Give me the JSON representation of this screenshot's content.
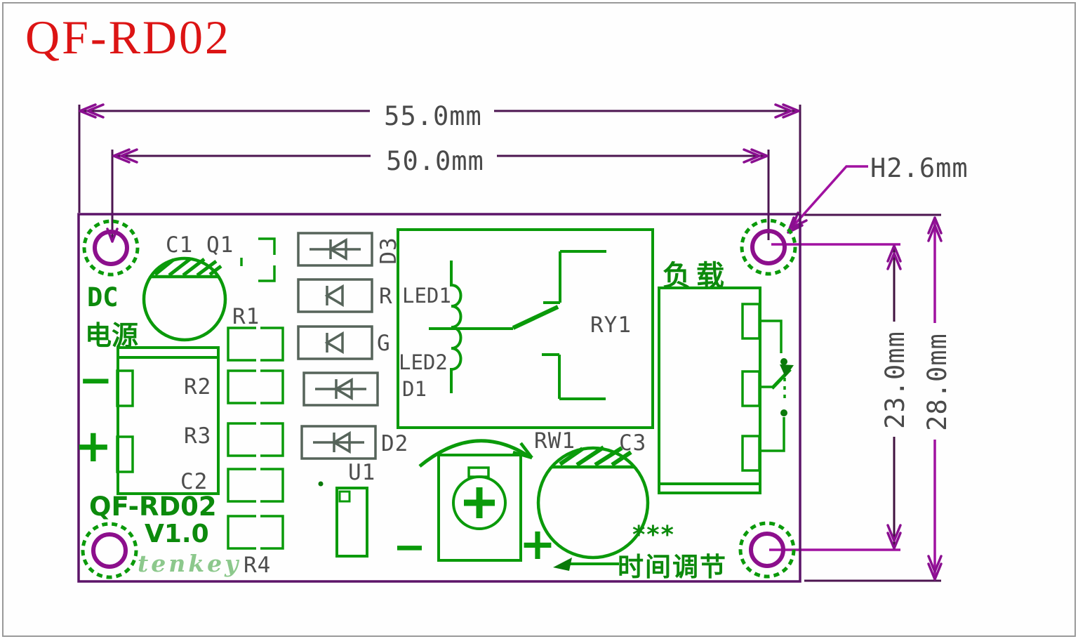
{
  "title": "QF-RD02",
  "colors": {
    "title_red": "#dc1414",
    "silkscreen_green": "#0a9a0a",
    "dimension_purple_dark": "#4c1550",
    "dimension_magenta": "#a011a0",
    "label_gray": "#4d4d4d",
    "board_outline": "#5c1468"
  },
  "dimensions": {
    "total_width": "55.0mm",
    "hole_spacing_width": "50.0mm",
    "hole_size": "H2.6mm",
    "hole_spacing_height": "23.0mm",
    "total_height": "28.0mm"
  },
  "silkscreen": {
    "dc_label": "DC",
    "power_label": "电源",
    "load_label": "负载",
    "model": "QF-RD02",
    "version": "V1.0",
    "brand": "tenkey",
    "time_adjust": "时间调节",
    "stars": "***",
    "plus": "+",
    "minus": "−"
  },
  "refs": {
    "c1": "C1",
    "q1": "Q1",
    "r1": "R1",
    "r2": "R2",
    "r3": "R3",
    "c2": "C2",
    "r4": "R4",
    "d3": "D3",
    "led_r": "R",
    "led_g": "G",
    "d1": "D1",
    "d2": "D2",
    "u1": "U1",
    "led1": "LED1",
    "led2": "LED2",
    "ry1": "RY1",
    "rw1": "RW1",
    "c3": "C3"
  }
}
